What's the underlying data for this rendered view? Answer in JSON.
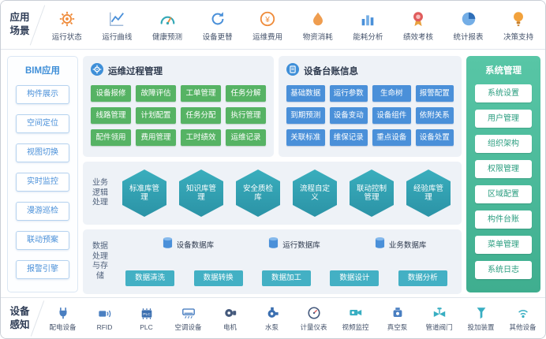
{
  "top_band": {
    "label": "应用场景",
    "items": [
      {
        "label": "运行状态",
        "icon": "gear-icon"
      },
      {
        "label": "运行曲线",
        "icon": "line-chart-icon"
      },
      {
        "label": "健康预测",
        "icon": "gauge-icon"
      },
      {
        "label": "设备更替",
        "icon": "refresh-icon"
      },
      {
        "label": "运维费用",
        "icon": "coin-icon"
      },
      {
        "label": "物资消耗",
        "icon": "drop-icon"
      },
      {
        "label": "能耗分析",
        "icon": "bar-chart-icon"
      },
      {
        "label": "绩效考核",
        "icon": "medal-icon"
      },
      {
        "label": "统计报表",
        "icon": "pie-chart-icon"
      },
      {
        "label": "决策支持",
        "icon": "bulb-icon"
      }
    ]
  },
  "bim_panel": {
    "title": "BIM应用",
    "items": [
      "构件展示",
      "空间定位",
      "视图切换",
      "实时监控",
      "漫游巡检",
      "联动预案",
      "报警引擎"
    ]
  },
  "process_panel": {
    "title": "运维过程管理",
    "icon": "gear-circle-icon",
    "buttons": [
      "设备报修",
      "故障评估",
      "工单管理",
      "任务分解",
      "线路管理",
      "计划配置",
      "任务分配",
      "执行管理",
      "配件领用",
      "费用管理",
      "工时绩效",
      "运维记录"
    ]
  },
  "ledger_panel": {
    "title": "设备台账信息",
    "icon": "ledger-circle-icon",
    "buttons": [
      "基础数据",
      "运行参数",
      "生命树",
      "报警配置",
      "到期预测",
      "设备变动",
      "设备组件",
      "依附关系",
      "关联标准",
      "维保记录",
      "重点设备",
      "设备处置"
    ]
  },
  "logic_band": {
    "label": "业务逻辑处理",
    "hexagons": [
      "标准库管理",
      "知识库管理",
      "安全质检库",
      "流程自定义",
      "联动控制管理",
      "经验库管理"
    ]
  },
  "data_band": {
    "label": "数据处理与存储",
    "databases": [
      "设备数据库",
      "运行数据库",
      "业务数据库"
    ],
    "buttons": [
      "数据清洗",
      "数据转换",
      "数据加工",
      "数据设计",
      "数据分析"
    ]
  },
  "system_panel": {
    "title": "系统管理",
    "items": [
      "系统设置",
      "用户管理",
      "组织架构",
      "权限管理",
      "区域配置",
      "构件台账",
      "菜单管理",
      "系统日志"
    ]
  },
  "bottom_band": {
    "label": "设备感知",
    "items": [
      {
        "label": "配电设备",
        "icon": "plug-icon"
      },
      {
        "label": "RFID",
        "icon": "rfid-icon"
      },
      {
        "label": "PLC",
        "icon": "plc-chip-icon"
      },
      {
        "label": "空调设备",
        "icon": "ac-unit-icon"
      },
      {
        "label": "电机",
        "icon": "motor-icon"
      },
      {
        "label": "水泵",
        "icon": "water-pump-icon"
      },
      {
        "label": "计量仪表",
        "icon": "meter-icon"
      },
      {
        "label": "视频监控",
        "icon": "camera-icon"
      },
      {
        "label": "真空泵",
        "icon": "vacuum-pump-icon"
      },
      {
        "label": "管道阀门",
        "icon": "valve-icon"
      },
      {
        "label": "投加装置",
        "icon": "dosing-icon"
      },
      {
        "label": "其他设备",
        "icon": "signal-icon"
      }
    ]
  },
  "colors": {
    "accent_blue": "#4a90d9",
    "module_green": "#56b364",
    "hex_teal": "#2fa3b4",
    "data_teal": "#43b0c4",
    "system_green": "#4cbf9f",
    "icon_orange": "#ef8b3a",
    "panel_grey": "#eef2f7"
  }
}
